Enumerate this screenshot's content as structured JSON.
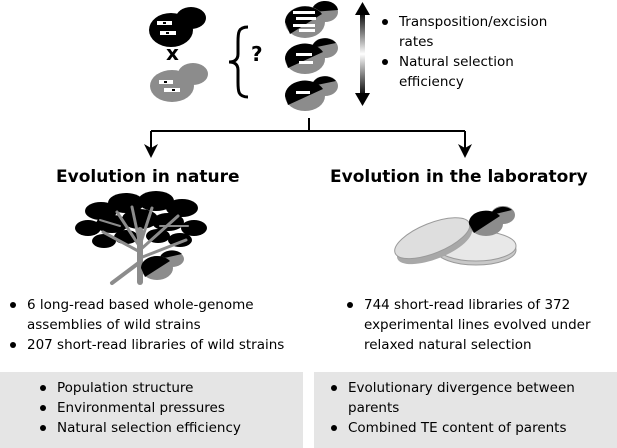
{
  "top_right": {
    "items": [
      "Transposition/excision",
      "rates",
      "Natural selection",
      "efficiency"
    ]
  },
  "cross_symbol": "x",
  "question_mark": "?",
  "nature": {
    "title": "Evolution in nature",
    "bullets": [
      "6 long-read based whole-genome",
      "assemblies of wild strains",
      "207 short-read libraries of wild strains"
    ],
    "box_items": [
      "Population structure",
      "Environmental pressures",
      "Natural selection efficiency"
    ]
  },
  "lab": {
    "title": "Evolution in the laboratory",
    "bullets": [
      "744 short-read libraries of 372",
      "experimental lines evolved under",
      "relaxed natural selection"
    ],
    "box_items": [
      "Evolutionary divergence between",
      "parents",
      "Combined TE content of parents"
    ]
  },
  "colors": {
    "dark": "#000000",
    "gray": "#8c8c8c",
    "box_bg": "#e5e5e5",
    "dish": "#d0d0d0"
  }
}
